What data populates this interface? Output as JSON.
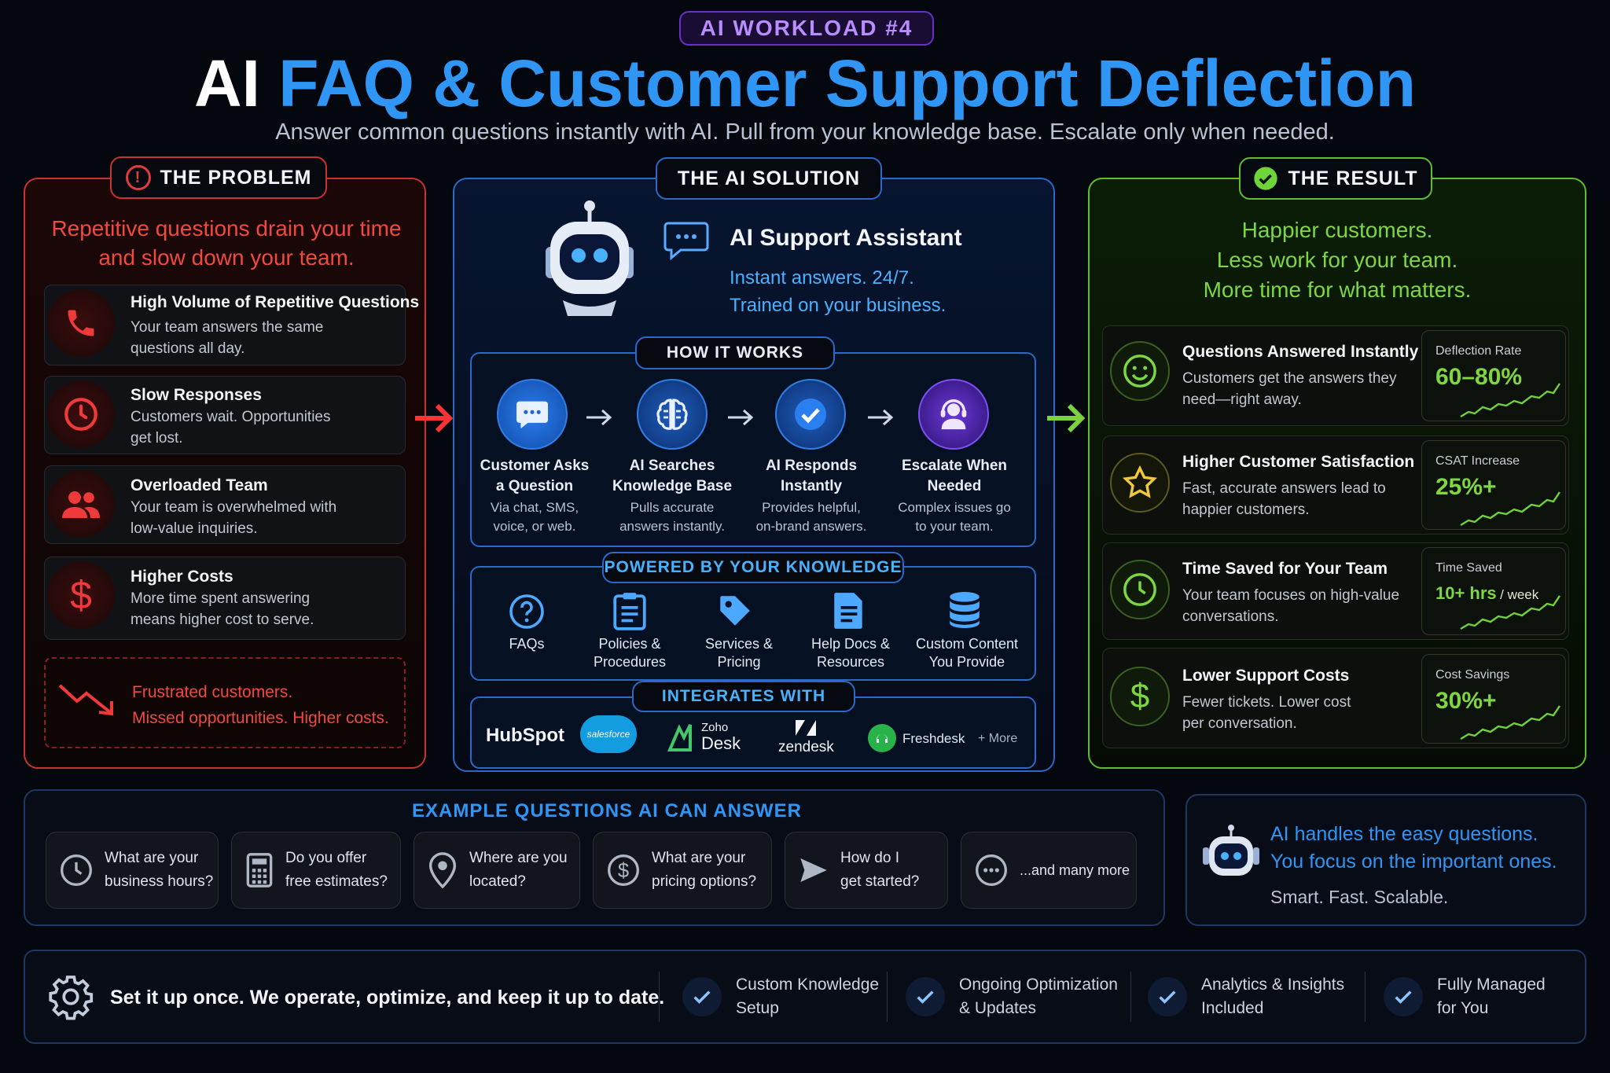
{
  "header": {
    "tag": "AI WORKLOAD #4",
    "title_white": "AI",
    "title_blue": "FAQ & Customer Support Deflection",
    "subtitle": "Answer common questions instantly with AI. Pull from your knowledge base. Escalate only when needed."
  },
  "problem": {
    "tab": "THE PROBLEM",
    "headline1": "Repetitive questions drain your time",
    "headline2": "and slow down your team.",
    "items": [
      {
        "title": "High Volume of Repetitive Questions",
        "line1": "Your team answers the same",
        "line2": "questions all day.",
        "icon": "phone-icon"
      },
      {
        "title": "Slow Responses",
        "line1": "Customers wait. Opportunities",
        "line2": "get lost.",
        "icon": "clock-icon"
      },
      {
        "title": "Overloaded Team",
        "line1": "Your team is overwhelmed with",
        "line2": "low-value inquiries.",
        "icon": "team-icon"
      },
      {
        "title": "Higher Costs",
        "line1": "More time spent answering",
        "line2": "means higher cost to serve.",
        "icon": "dollar-icon"
      }
    ],
    "callout1": "Frustrated customers.",
    "callout2": "Missed opportunities. Higher costs."
  },
  "solution": {
    "tab": "THE AI SOLUTION",
    "assistant_title": "AI Support Assistant",
    "assistant_line1": "Instant answers. 24/7.",
    "assistant_line2": "Trained on your business.",
    "how_tab": "HOW IT WORKS",
    "steps": [
      {
        "t1": "Customer Asks",
        "t2": "a Question",
        "b1": "Via chat, SMS,",
        "b2": "voice, or web."
      },
      {
        "t1": "AI Searches",
        "t2": "Knowledge Base",
        "b1": "Pulls accurate",
        "b2": "answers instantly."
      },
      {
        "t1": "AI Responds",
        "t2": "Instantly",
        "b1": "Provides helpful,",
        "b2": "on-brand answers."
      },
      {
        "t1": "Escalate When",
        "t2": "Needed",
        "b1": "Complex issues go",
        "b2": "to your team."
      }
    ],
    "knowledge_tab": "POWERED BY YOUR KNOWLEDGE",
    "knowledge": [
      {
        "l1": "FAQs",
        "l2": ""
      },
      {
        "l1": "Policies &",
        "l2": "Procedures"
      },
      {
        "l1": "Services &",
        "l2": "Pricing"
      },
      {
        "l1": "Help Docs &",
        "l2": "Resources"
      },
      {
        "l1": "Custom Content",
        "l2": "You Provide"
      }
    ],
    "integrations_tab": "INTEGRATES WITH",
    "integrations": {
      "hubspot": "HubSpot",
      "salesforce": "salesforce",
      "zoho_top": "Zoho",
      "zoho_bottom": "Desk",
      "zendesk": "zendesk",
      "freshdesk": "Freshdesk",
      "more": "+ More"
    }
  },
  "result": {
    "tab": "THE RESULT",
    "line1": "Happier customers.",
    "line2": "Less work for your team.",
    "line3": "More time for what matters.",
    "items": [
      {
        "title": "Questions Answered Instantly",
        "b1": "Customers get the answers they",
        "b2": "need—right away.",
        "stat_label": "Deflection Rate",
        "stat_value": "60–80%",
        "stat_unit": ""
      },
      {
        "title": "Higher Customer Satisfaction",
        "b1": "Fast, accurate answers lead to",
        "b2": "happier customers.",
        "stat_label": "CSAT Increase",
        "stat_value": "25%+",
        "stat_unit": ""
      },
      {
        "title": "Time Saved for Your Team",
        "b1": "Your team focuses on high-value",
        "b2": "conversations.",
        "stat_label": "Time Saved",
        "stat_value": "10+ hrs",
        "stat_unit": "/ week"
      },
      {
        "title": "Lower Support Costs",
        "b1": "Fewer tickets. Lower cost",
        "b2": "per conversation.",
        "stat_label": "Cost Savings",
        "stat_value": "30%+",
        "stat_unit": ""
      }
    ]
  },
  "examples": {
    "title": "EXAMPLE QUESTIONS AI CAN ANSWER",
    "items": [
      {
        "l1": "What are your",
        "l2": "business hours?"
      },
      {
        "l1": "Do you offer",
        "l2": "free estimates?"
      },
      {
        "l1": "Where are you",
        "l2": "located?"
      },
      {
        "l1": "What are your",
        "l2": "pricing options?"
      },
      {
        "l1": "How do I",
        "l2": "get started?"
      },
      {
        "l1": "...and many more",
        "l2": ""
      }
    ]
  },
  "promo": {
    "line1": "AI handles the easy questions.",
    "line2": "You focus on the important ones.",
    "line3": "Smart. Fast. Scalable."
  },
  "footer": {
    "main": "Set it up once. We operate, optimize, and keep it up to date.",
    "items": [
      {
        "l1": "Custom Knowledge",
        "l2": "Setup"
      },
      {
        "l1": "Ongoing Optimization",
        "l2": "& Updates"
      },
      {
        "l1": "Analytics & Insights",
        "l2": "Included"
      },
      {
        "l1": "Fully Managed",
        "l2": "for You"
      }
    ]
  },
  "colors": {
    "problem": "#e23b3b",
    "solution": "#2f96f5",
    "result": "#7ed641",
    "tag": "#b98cff"
  }
}
